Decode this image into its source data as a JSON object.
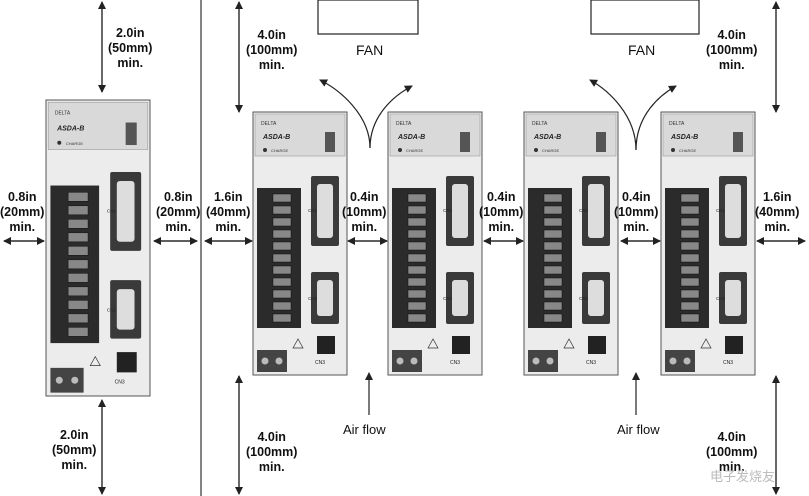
{
  "colors": {
    "line": "#222222",
    "drive_body": "#ececec",
    "drive_panel": "#2b2b2b",
    "drive_header": "#d9d9d9"
  },
  "single_drive": {
    "top_clearance": [
      "2.0in",
      "(50mm)",
      "min."
    ],
    "left_clearance": [
      "0.8in",
      "(20mm)",
      "min."
    ],
    "right_clearance": [
      "0.8in",
      "(20mm)",
      "min."
    ],
    "bottom_clearance": [
      "2.0in",
      "(50mm)",
      "min."
    ]
  },
  "row_drives": {
    "top_left_clearance": [
      "4.0in",
      "(100mm)",
      "min."
    ],
    "top_right_clearance": [
      "4.0in",
      "(100mm)",
      "min."
    ],
    "left_clearance": [
      "1.6in",
      "(40mm)",
      "min."
    ],
    "gap_1": [
      "0.4in",
      "(10mm)",
      "min."
    ],
    "gap_2": [
      "0.4in",
      "(10mm)",
      "min."
    ],
    "gap_3": [
      "0.4in",
      "(10mm)",
      "min."
    ],
    "right_clearance": [
      "1.6in",
      "(40mm)",
      "min."
    ],
    "bottom_left_clearance": [
      "4.0in",
      "(100mm)",
      "min."
    ],
    "bottom_right_clearance": [
      "4.0in",
      "(100mm)",
      "min."
    ],
    "fan_label_1": "FAN",
    "fan_label_2": "FAN",
    "airflow_label_1": "Air flow",
    "airflow_label_2": "Air flow"
  },
  "drive_label": {
    "brand": "DELTA",
    "model": "ASDA-B",
    "charge": "CHARGE",
    "cn1": "CN1",
    "cn2": "CN2",
    "cn3": "CN3"
  },
  "watermark": "电子发烧友"
}
